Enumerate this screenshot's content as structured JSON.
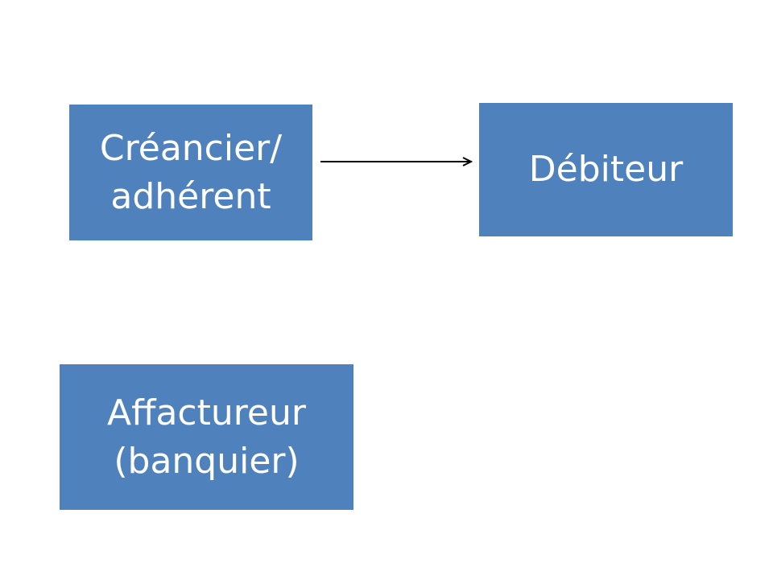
{
  "nodes": {
    "creancier": {
      "line1": "Créancier/",
      "line2": "adhérent"
    },
    "debiteur": {
      "line1": "Débiteur"
    },
    "affactureur": {
      "line1": "Affactureur",
      "line2": "(banquier)"
    }
  },
  "edges": [
    {
      "from": "creancier",
      "to": "debiteur"
    }
  ],
  "colors": {
    "box_fill": "#4f81bd",
    "box_text": "#ffffff",
    "arrow": "#000000"
  }
}
